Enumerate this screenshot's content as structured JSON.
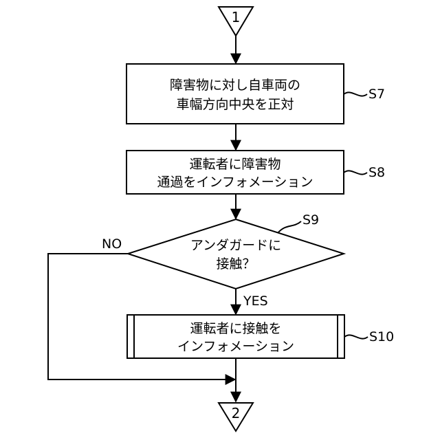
{
  "connectors": {
    "start": "1",
    "end": "2"
  },
  "steps": {
    "s7": {
      "label": "S7",
      "line1": "障害物に対し自車両の",
      "line2": "車幅方向中央を正対"
    },
    "s8": {
      "label": "S8",
      "line1": "運転者に障害物",
      "line2": "通過をインフォメーション"
    },
    "s9": {
      "label": "S9",
      "line1": "アンダガードに",
      "line2": "接触？",
      "yes": "YES",
      "no": "NO"
    },
    "s10": {
      "label": "S10",
      "line1": "運転者に接触を",
      "line2": "インフォメーション"
    }
  }
}
